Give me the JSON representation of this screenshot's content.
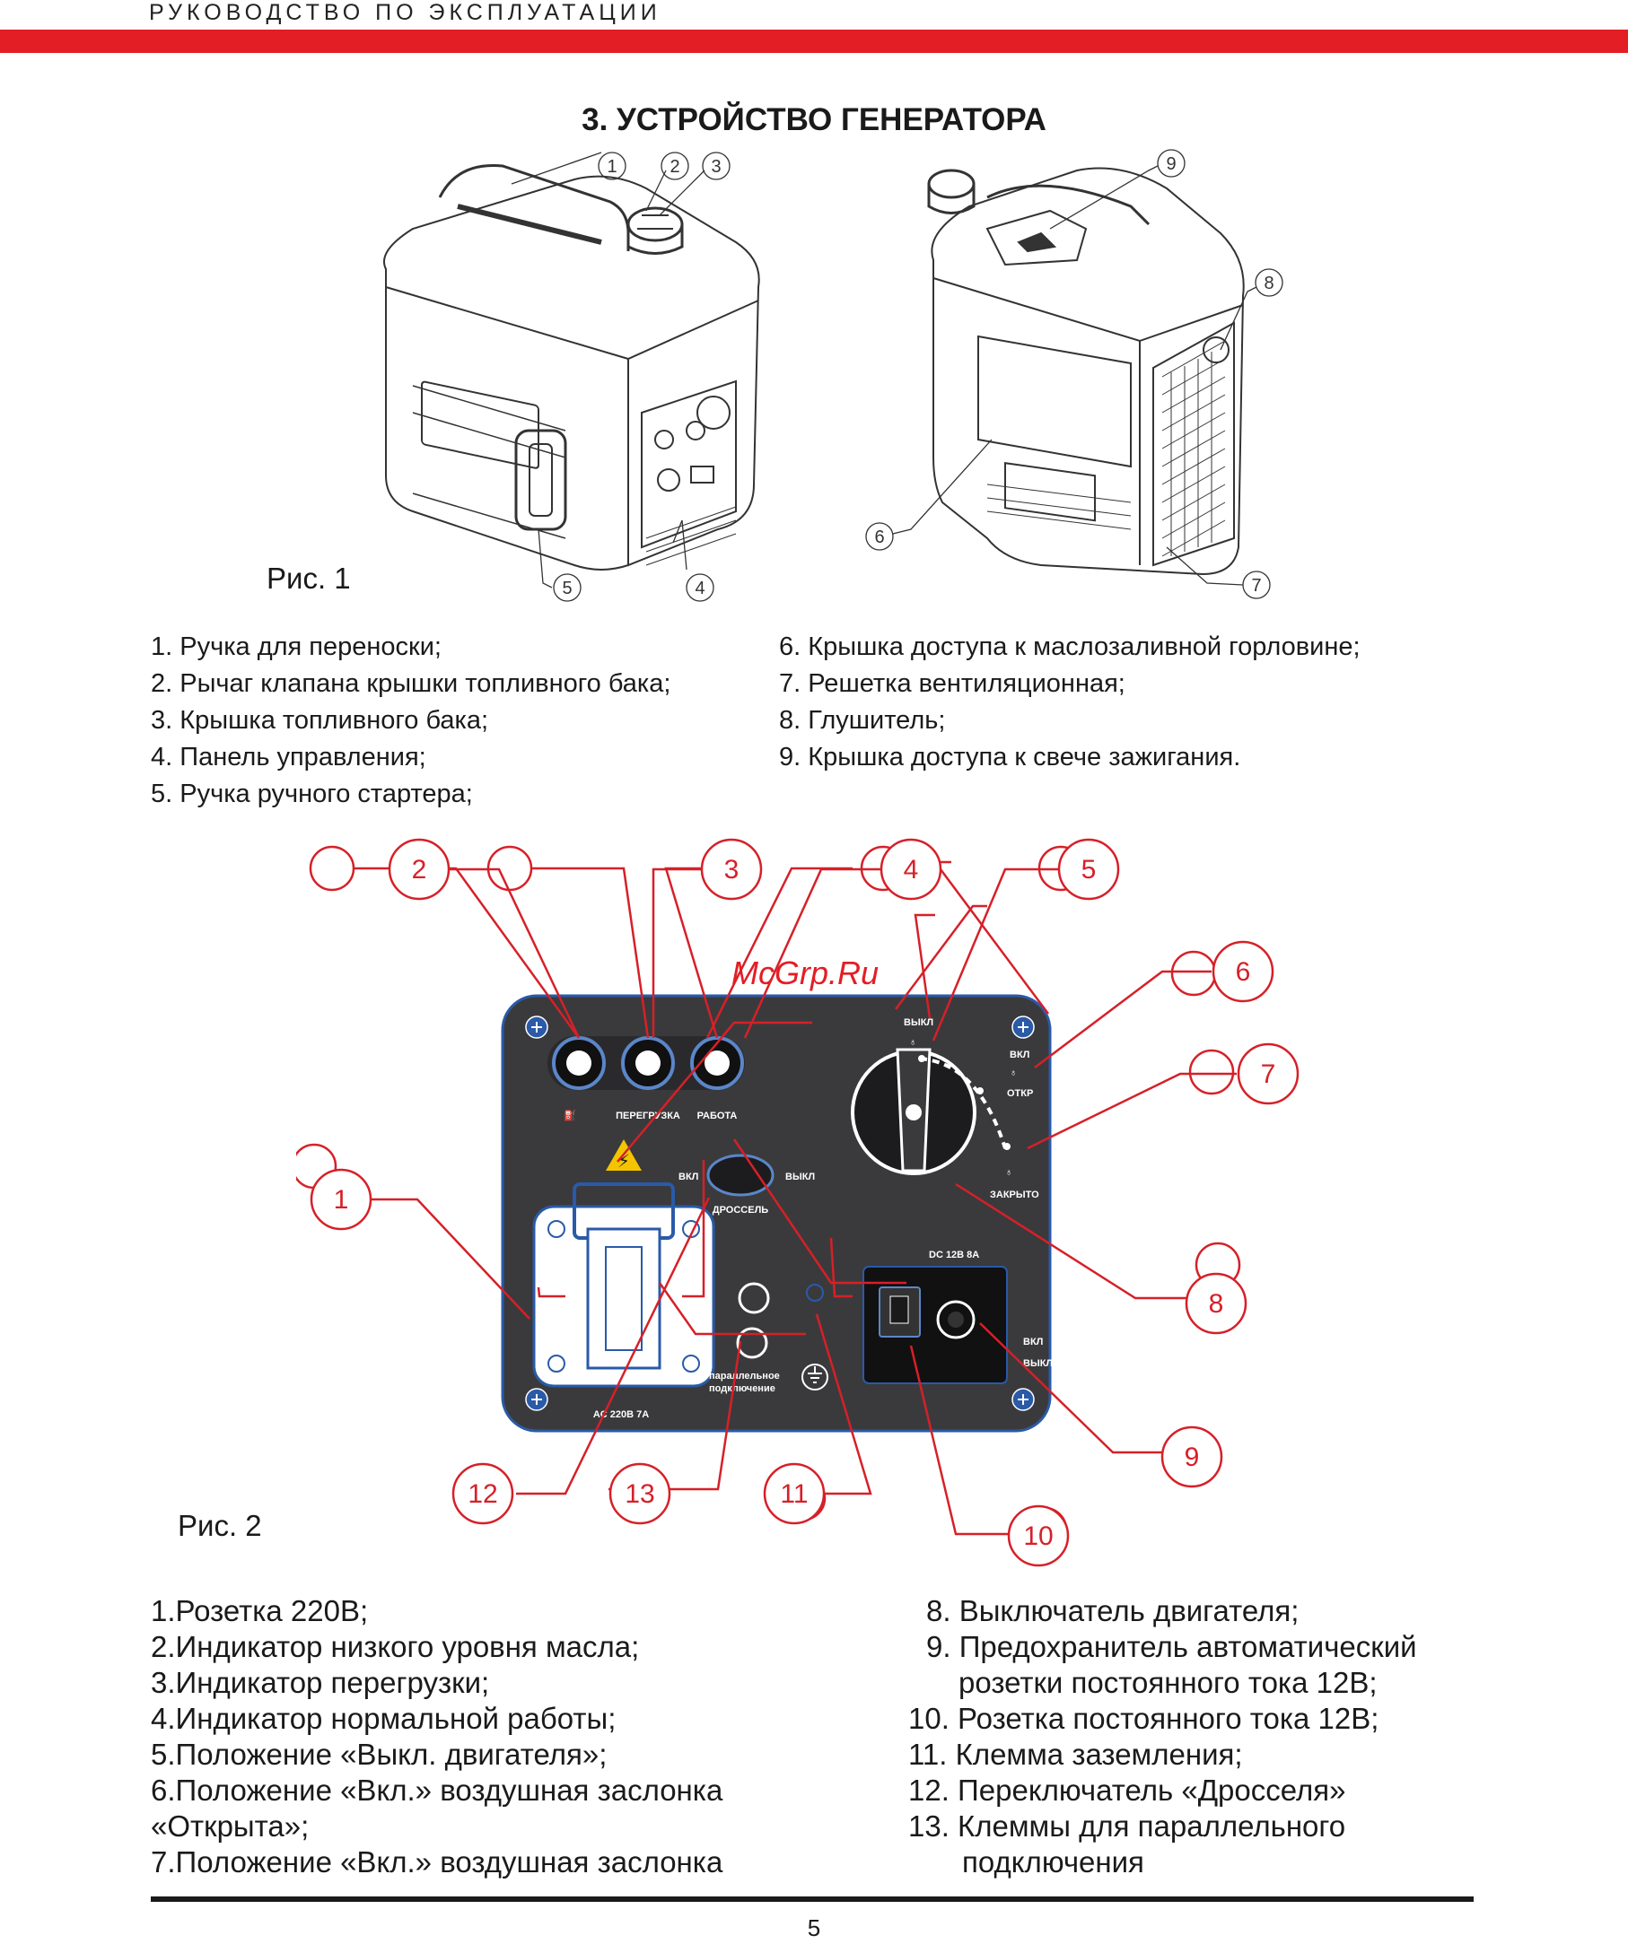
{
  "header": {
    "text": "РУКОВОДСТВО ПО ЭКСПЛУАТАЦИИ",
    "accent_color": "#e31e24"
  },
  "title": "3. УСТРОЙСТВО ГЕНЕРАТОРА",
  "figure1": {
    "label": "Рис. 1",
    "callouts": [
      "1",
      "2",
      "3",
      "4",
      "5",
      "6",
      "7",
      "8",
      "9"
    ],
    "items_left": [
      "1. Ручка для переноски;",
      "2. Рычаг клапана крышки топливного бака;",
      "3. Крышка топливного бака;",
      "4. Панель управления;",
      "5. Ручка ручного стартера;"
    ],
    "items_right": [
      "6. Крышка доступа к маслозаливной горловине;",
      "7. Решетка вентиляционная;",
      "8. Глушитель;",
      "9. Крышка доступа к свече зажигания."
    ]
  },
  "figure2": {
    "label": "Рис. 2",
    "watermark": "McGrp.Ru",
    "callouts": [
      "1",
      "2",
      "3",
      "4",
      "5",
      "6",
      "7",
      "8",
      "9",
      "10",
      "11",
      "12",
      "13"
    ],
    "panel_labels": {
      "overload": "ПЕРЕГРУЗКА",
      "work": "РАБОТА",
      "on": "ВКЛ",
      "off": "ВЫКЛ",
      "throttle": "ДРОССЕЛЬ",
      "engine_off": "ВЫКЛ",
      "choke_on": "ВКЛ",
      "choke_open": "ОТКР",
      "choke_closed": "ЗАКРЫТО",
      "dc_rating": "DC 12В 8А",
      "dc_on": "ВКЛ",
      "dc_off": "ВЫКЛ",
      "ac_rating": "AC 220В 7А",
      "parallel_1": "параллельное",
      "parallel_2": "подключение"
    },
    "items_left": [
      "1.Розетка 220В;",
      "2.Индикатор низкого уровня масла;",
      "3.Индикатор перегрузки;",
      "4.Индикатор нормальной работы;",
      "5.Положение «Выкл. двигателя»;",
      "6.Положение «Вкл.» воздушная заслонка",
      "«Открыта»;",
      "7.Положение «Вкл.» воздушная заслонка"
    ],
    "items_right": [
      "8. Выключатель двигателя;",
      "9. Предохранитель автоматический",
      "розетки постоянного тока 12В;",
      "10. Розетка постоянного тока 12В;",
      "11. Клемма заземления;",
      "12. Переключатель «Дросселя»",
      "13. Клеммы для параллельного",
      "подключения"
    ]
  },
  "page_number": "5"
}
